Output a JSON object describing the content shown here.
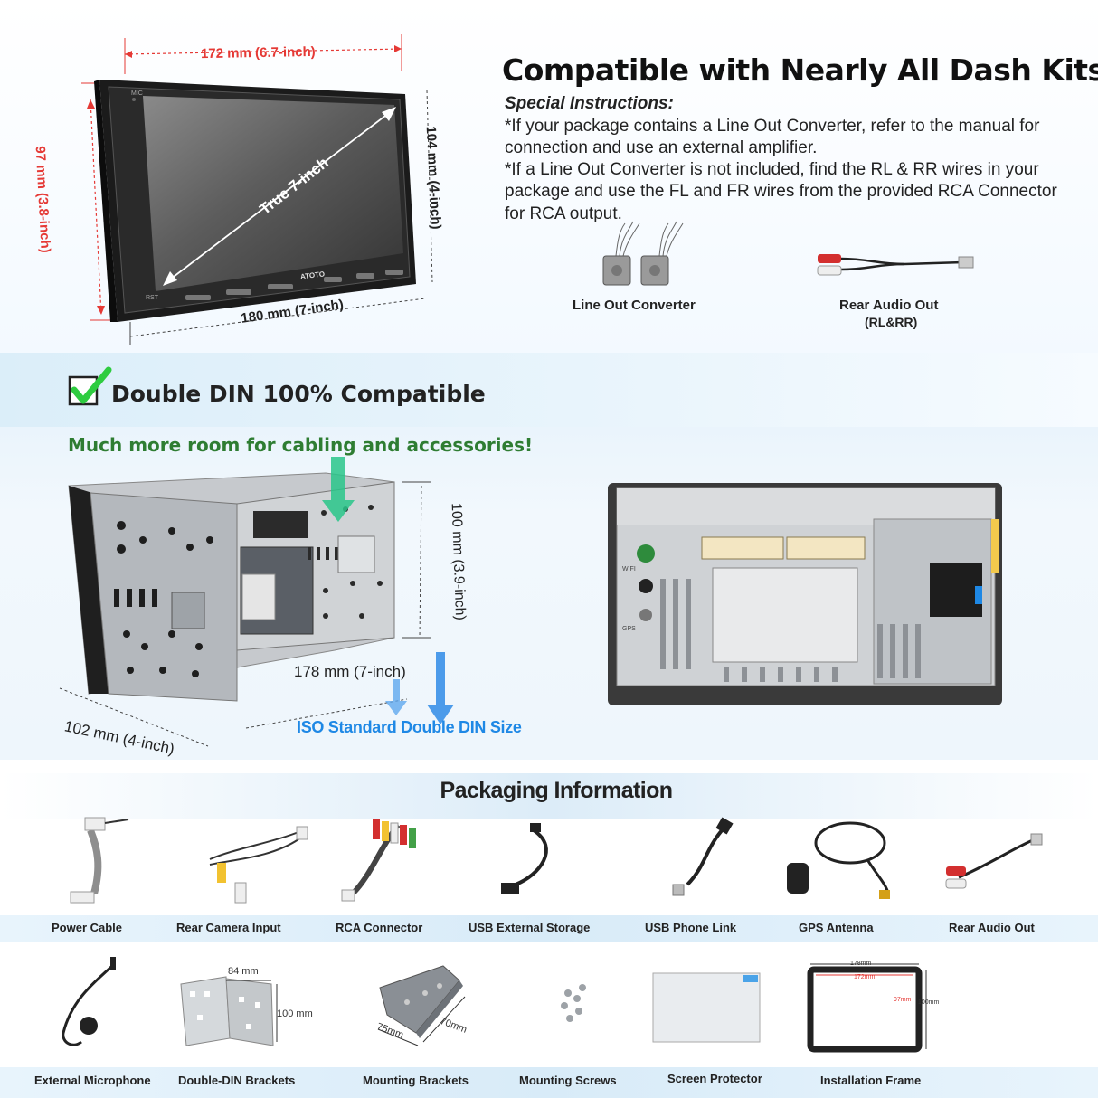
{
  "headline": "Compatible with Nearly All Dash Kits",
  "special_title": "Special Instructions:",
  "instructions": [
    "*If your package contains a Line Out Converter, refer to the manual for",
    "connection and use an external amplifier.",
    "*If a Line Out Converter is not included, find the RL & RR wires in your",
    "package and use the FL and FR wires from the provided RCA Connector",
    "for RCA output."
  ],
  "parts": {
    "line_out": "Line Out Converter",
    "rear_audio": "Rear Audio Out",
    "rear_audio_sub": "(RL&RR)"
  },
  "head_unit": {
    "width_top": "172 mm (6.7-inch)",
    "height_left": "97 mm (3.8-inch)",
    "height_right": "104 mm (4-inch)",
    "width_bottom": "180 mm (7-inch)",
    "diagonal": "True 7-inch",
    "mic": "MIC",
    "rst": "RST",
    "brand": "ATOTO"
  },
  "din": {
    "title": "Double DIN 100% Compatible",
    "subtitle": "Much more room for cabling and accessories!",
    "height": "100 mm (3.9-inch)",
    "width": "178 mm (7-inch)",
    "depth": "102 mm (4-inch)",
    "iso": "ISO Standard Double DIN Size",
    "wifi": "WIFI",
    "gps": "GPS"
  },
  "packaging": {
    "title": "Packaging Information",
    "row1": [
      "Power Cable",
      "Rear Camera Input",
      "RCA Connector",
      "USB External Storage",
      "USB Phone Link",
      "GPS Antenna",
      "Rear Audio Out"
    ],
    "row2": [
      "External Microphone",
      "Double-DIN Brackets",
      "Mounting Brackets",
      "Mounting Screws",
      "Screen Protector",
      "Installation Frame"
    ],
    "bracket_dims": {
      "w": "84 mm",
      "h": "100 mm"
    },
    "mount_dims": {
      "a": "75mm",
      "b": "70mm"
    },
    "frame_dims": {
      "outer": "178mm",
      "inner": "172mm",
      "inner_h": "97mm",
      "outer_h": "100mm"
    }
  },
  "colors": {
    "accent_red": "#e53935",
    "accent_green": "#2e7d32",
    "accent_blue": "#1e88e5"
  }
}
